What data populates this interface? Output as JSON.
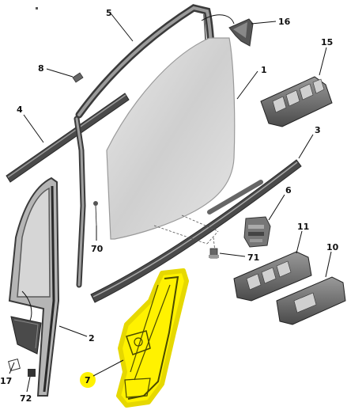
{
  "callouts": {
    "c1": "1",
    "c2": "2",
    "c3": "3",
    "c4": "4",
    "c5": "5",
    "c6": "6",
    "c7": "7",
    "c8": "8",
    "c10": "10",
    "c11": "11",
    "c15": "15",
    "c16": "16",
    "c17": "17",
    "c70": "70",
    "c71": "71",
    "c72": "72"
  },
  "colors": {
    "part_dark": "#3a3a3a",
    "part_mid": "#7a7a7a",
    "part_light": "#bdbdbd",
    "glass": "#d9d9d9",
    "highlight": "#fff200",
    "highlight_part_7": "#fff200",
    "ink": "#111111"
  },
  "highlighted_part": "7"
}
